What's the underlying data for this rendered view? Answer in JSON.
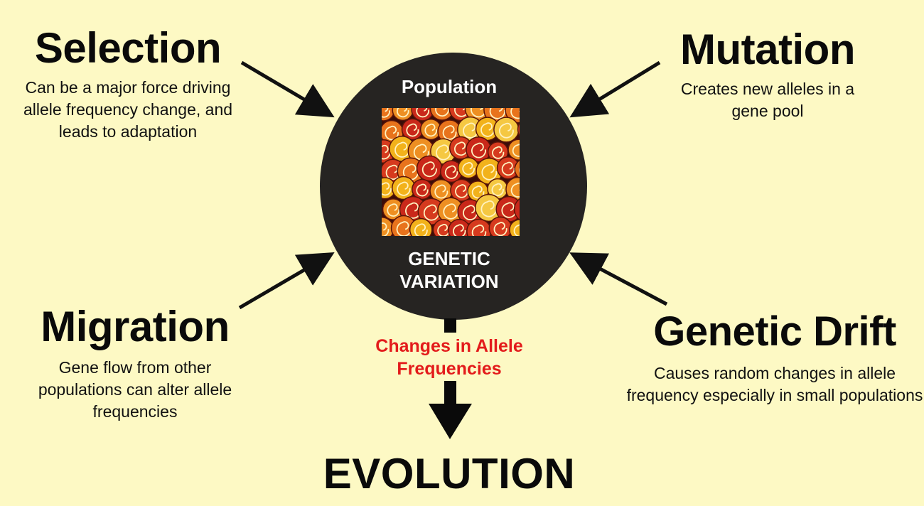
{
  "forces": {
    "selection": {
      "title": "Selection",
      "description": "Can be a major force driving allele frequency change, and leads to adaptation"
    },
    "mutation": {
      "title": "Mutation",
      "description": "Creates new alleles in a gene pool"
    },
    "migration": {
      "title": "Migration",
      "description": "Gene flow from other populations can alter allele frequencies"
    },
    "drift": {
      "title": "Genetic Drift",
      "description": "Causes random changes in allele frequency especially in small populations"
    }
  },
  "center": {
    "top_label": "Population",
    "bottom_label": "GENETIC VARIATION",
    "image_icon": "snail-shells-image"
  },
  "outcome": {
    "connector_label": "Changes in Allele Frequencies",
    "result": "EVOLUTION"
  },
  "colors": {
    "background": "#fdf9c4",
    "circle": "#262422",
    "connector_text": "#e31b1b",
    "text": "#0a0a0a"
  }
}
